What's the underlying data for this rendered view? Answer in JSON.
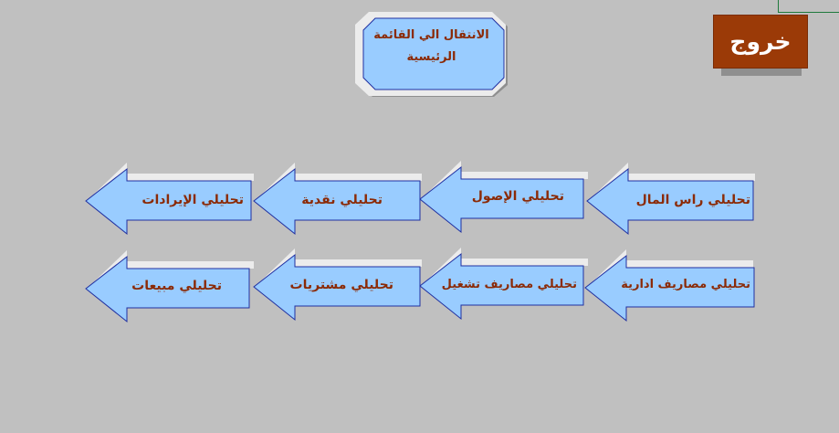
{
  "colors": {
    "background": "#c0c0c0",
    "button_fill": "#99ccff",
    "button_text": "#8b2a06",
    "exit_fill": "#9b3a07",
    "exit_text": "#ffffff",
    "cell_marker": "#1e7a3c"
  },
  "exit_button": {
    "label": "خروج"
  },
  "main_menu_button": {
    "line1": "الانتقال الي القائمة",
    "line2": "الرئيسية"
  },
  "nav_row1": [
    {
      "label": "تحليلي راس المال",
      "icon": "left-arrow-icon"
    },
    {
      "label": "تحليلي الإصول",
      "icon": "left-arrow-icon"
    },
    {
      "label": "تحليلي نقدية",
      "icon": "left-arrow-icon"
    },
    {
      "label": "تحليلي الإيرادات",
      "icon": "left-arrow-icon"
    }
  ],
  "nav_row2": [
    {
      "label": "تحليلي مصاريف ادارية",
      "icon": "left-arrow-icon"
    },
    {
      "label": "تحليلي مصاريف تشغيل",
      "icon": "left-arrow-icon"
    },
    {
      "label": "تحليلي مشتريات",
      "icon": "left-arrow-icon"
    },
    {
      "label": "تحليلي مبيعات",
      "icon": "left-arrow-icon"
    }
  ]
}
